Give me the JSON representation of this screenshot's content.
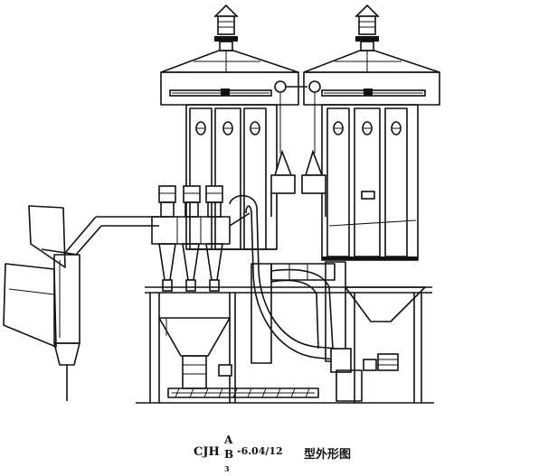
{
  "caption": {
    "model_prefix": "CJH",
    "model_a": "A",
    "model_b": "B",
    "model_b_sub": "3",
    "model_spec": "-6.04/12",
    "title": "型外形图"
  }
}
